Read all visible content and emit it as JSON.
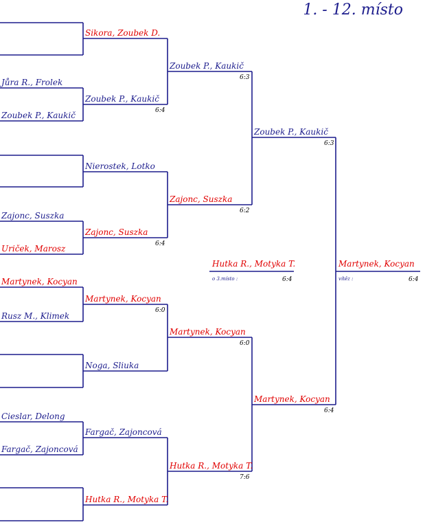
{
  "title": "1. - 12. místo",
  "line_color": "#1c1c8c",
  "colors": {
    "winner": "#1c1c8c",
    "loser": "#e00000"
  },
  "round1": [
    {
      "team": "",
      "color": "blue"
    },
    {
      "team": "Jůra R., Frolek",
      "color": "blue"
    },
    {
      "team": "Zoubek P., Kaukič",
      "color": "blue"
    },
    {
      "team": "",
      "color": "blue"
    },
    {
      "team": "Zajonc, Suszka",
      "color": "blue"
    },
    {
      "team": "Uriček, Marosz",
      "color": "red"
    },
    {
      "team": "Martynek, Kocyan",
      "color": "red"
    },
    {
      "team": "Rusz M., Klimek",
      "color": "blue"
    },
    {
      "team": "",
      "color": "blue"
    },
    {
      "team": "Cieslar, Delong",
      "color": "blue"
    },
    {
      "team": "Fargač, Zajoncová",
      "color": "blue"
    },
    {
      "team": "",
      "color": "blue"
    }
  ],
  "round2": [
    {
      "team": "Sikora, Zoubek D.",
      "color": "red",
      "score": ""
    },
    {
      "team": "Zoubek P., Kaukič",
      "color": "blue",
      "score": "6:4"
    },
    {
      "team": "Nierostek, Lotko",
      "color": "blue",
      "score": ""
    },
    {
      "team": "Zajonc, Suszka",
      "color": "red",
      "score": "6:4"
    },
    {
      "team": "Martynek, Kocyan",
      "color": "red",
      "score": "6:0"
    },
    {
      "team": "Noga, Sliuka",
      "color": "blue",
      "score": ""
    },
    {
      "team": "Fargač, Zajoncová",
      "color": "blue",
      "score": ""
    },
    {
      "team": "Hutka R., Motyka T.",
      "color": "red",
      "score": ""
    }
  ],
  "round3": [
    {
      "team": "Zoubek P., Kaukič",
      "color": "blue",
      "score": "6:3"
    },
    {
      "team": "Zajonc, Suszka",
      "color": "red",
      "score": "6:2"
    },
    {
      "team": "Martynek, Kocyan",
      "color": "red",
      "score": "6:0"
    },
    {
      "team": "Hutka R., Motyka T.",
      "color": "red",
      "score": "7:6"
    }
  ],
  "round4": [
    {
      "team": "Zoubek P., Kaukič",
      "color": "blue",
      "score": "6:3"
    },
    {
      "team": "Martynek, Kocyan",
      "color": "red",
      "score": "6:4"
    }
  ],
  "third_place": {
    "team": "Hutka R., Motyka T.",
    "color": "red",
    "note": "o 3.místo :",
    "score": "6:4"
  },
  "final": {
    "team": "Martynek, Kocyan",
    "color": "red",
    "note": "vítěz :",
    "score": "6:4"
  }
}
